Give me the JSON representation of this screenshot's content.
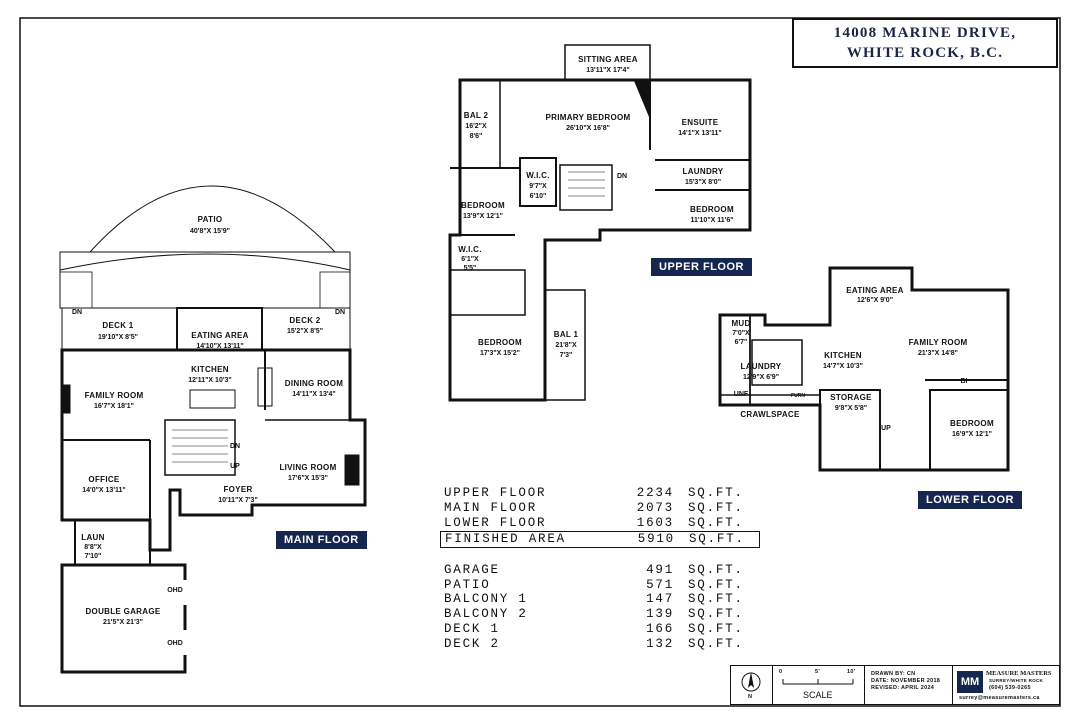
{
  "title": {
    "line1": "14008 MARINE DRIVE,",
    "line2": "WHITE ROCK, B.C."
  },
  "floors": {
    "main": "MAIN FLOOR",
    "upper": "UPPER FLOOR",
    "lower": "LOWER FLOOR"
  },
  "rooms": {
    "patio": {
      "name": "PATIO",
      "dim": "40'8\"X 15'9\""
    },
    "deck1": {
      "name": "DECK 1",
      "dim": "19'10\"X 8'5\""
    },
    "eating_main": {
      "name": "EATING AREA",
      "dim": "14'10\"X 13'11\""
    },
    "deck2": {
      "name": "DECK 2",
      "dim": "15'2\"X 8'5\""
    },
    "family_main": {
      "name": "FAMILY ROOM",
      "dim": "16'7\"X 18'1\""
    },
    "kitchen_main": {
      "name": "KITCHEN",
      "dim": "12'11\"X 10'3\""
    },
    "dining": {
      "name": "DINING ROOM",
      "dim": "14'11\"X 13'4\""
    },
    "office": {
      "name": "OFFICE",
      "dim": "14'0\"X 13'11\""
    },
    "living": {
      "name": "LIVING ROOM",
      "dim": "17'6\"X 15'3\""
    },
    "foyer": {
      "name": "FOYER",
      "dim": "10'11\"X 7'3\""
    },
    "laun": {
      "name": "LAUN",
      "dim1": "8'8\"X",
      "dim2": "7'10\""
    },
    "garage": {
      "name": "DOUBLE GARAGE",
      "dim": "21'5\"X 21'3\""
    },
    "sitting": {
      "name": "SITTING AREA",
      "dim": "13'11\"X 17'4\""
    },
    "bal2": {
      "name": "BAL 2",
      "dim1": "16'2\"X",
      "dim2": "8'6\""
    },
    "primary": {
      "name": "PRIMARY BEDROOM",
      "dim": "26'10\"X 16'8\""
    },
    "ensuite": {
      "name": "ENSUITE",
      "dim": "14'1\"X 13'11\""
    },
    "wic_upper": {
      "name": "W.I.C.",
      "dim1": "9'7\"X",
      "dim2": "6'10\""
    },
    "laundry_upper": {
      "name": "LAUNDRY",
      "dim": "15'3\"X 8'0\""
    },
    "bed_up_left": {
      "name": "BEDROOM",
      "dim": "13'9\"X 12'1\""
    },
    "bed_up_right": {
      "name": "BEDROOM",
      "dim": "11'10\"X 11'6\""
    },
    "wic_small": {
      "name": "W.I.C.",
      "dim1": "6'1\"X",
      "dim2": "5'5\""
    },
    "bed_up_low": {
      "name": "BEDROOM",
      "dim": "17'3\"X 15'2\""
    },
    "bal1": {
      "name": "BAL 1",
      "dim1": "21'8\"X",
      "dim2": "7'3\""
    },
    "eating_lower": {
      "name": "EATING AREA",
      "dim": "12'6\"X 9'0\""
    },
    "mud": {
      "name": "MUD",
      "dim1": "7'0\"X",
      "dim2": "6'7\""
    },
    "family_lower": {
      "name": "FAMILY ROOM",
      "dim": "21'3\"X 14'8\""
    },
    "kitchen_lower": {
      "name": "KITCHEN",
      "dim": "14'7\"X 10'3\""
    },
    "laundry_lower": {
      "name": "LAUNDRY",
      "dim": "12'9\"X 6'9\""
    },
    "storage": {
      "name": "STORAGE",
      "dim": "9'8\"X 5'8\""
    },
    "bed_lower": {
      "name": "BEDROOM",
      "dim": "16'9\"X 12'1\""
    }
  },
  "marks": {
    "dn": "DN",
    "up": "UP",
    "ohd": "OHD",
    "unf": "UNF",
    "crawl": "CRAWLSPACE",
    "bi": "BI",
    "furn": "FURN"
  },
  "areas": [
    {
      "name": "UPPER FLOOR",
      "value": "2234",
      "unit": "SQ.FT."
    },
    {
      "name": "MAIN FLOOR",
      "value": "2073",
      "unit": "SQ.FT."
    },
    {
      "name": "LOWER FLOOR",
      "value": "1603",
      "unit": "SQ.FT."
    },
    {
      "name": "FINISHED AREA",
      "value": "5910",
      "unit": "SQ.FT."
    },
    {
      "name": "GARAGE",
      "value": "491",
      "unit": "SQ.FT."
    },
    {
      "name": "PATIO",
      "value": "571",
      "unit": "SQ.FT."
    },
    {
      "name": "BALCONY 1",
      "value": "147",
      "unit": "SQ.FT."
    },
    {
      "name": "BALCONY 2",
      "value": "139",
      "unit": "SQ.FT."
    },
    {
      "name": "DECK 1",
      "value": "166",
      "unit": "SQ.FT."
    },
    {
      "name": "DECK 2",
      "value": "132",
      "unit": "SQ.FT."
    }
  ],
  "footer": {
    "north": "N",
    "scale_ticks": [
      "0",
      "5'",
      "10'"
    ],
    "scale": "SCALE",
    "drawn_by": "DRAWN BY: CN",
    "date": "DATE: NOVEMBER 2018",
    "revised": "REVISED: APRIL 2024",
    "company": "MEASURE MASTERS",
    "tagline": "SURREY/WHITE ROCK",
    "phone": "(604) 539-0265",
    "email": "surrey@measuremasters.ca",
    "logo_text": "MM"
  },
  "colors": {
    "ink": "#111111",
    "navy": "#15264f",
    "grey_fill": "#e8e8e8"
  }
}
